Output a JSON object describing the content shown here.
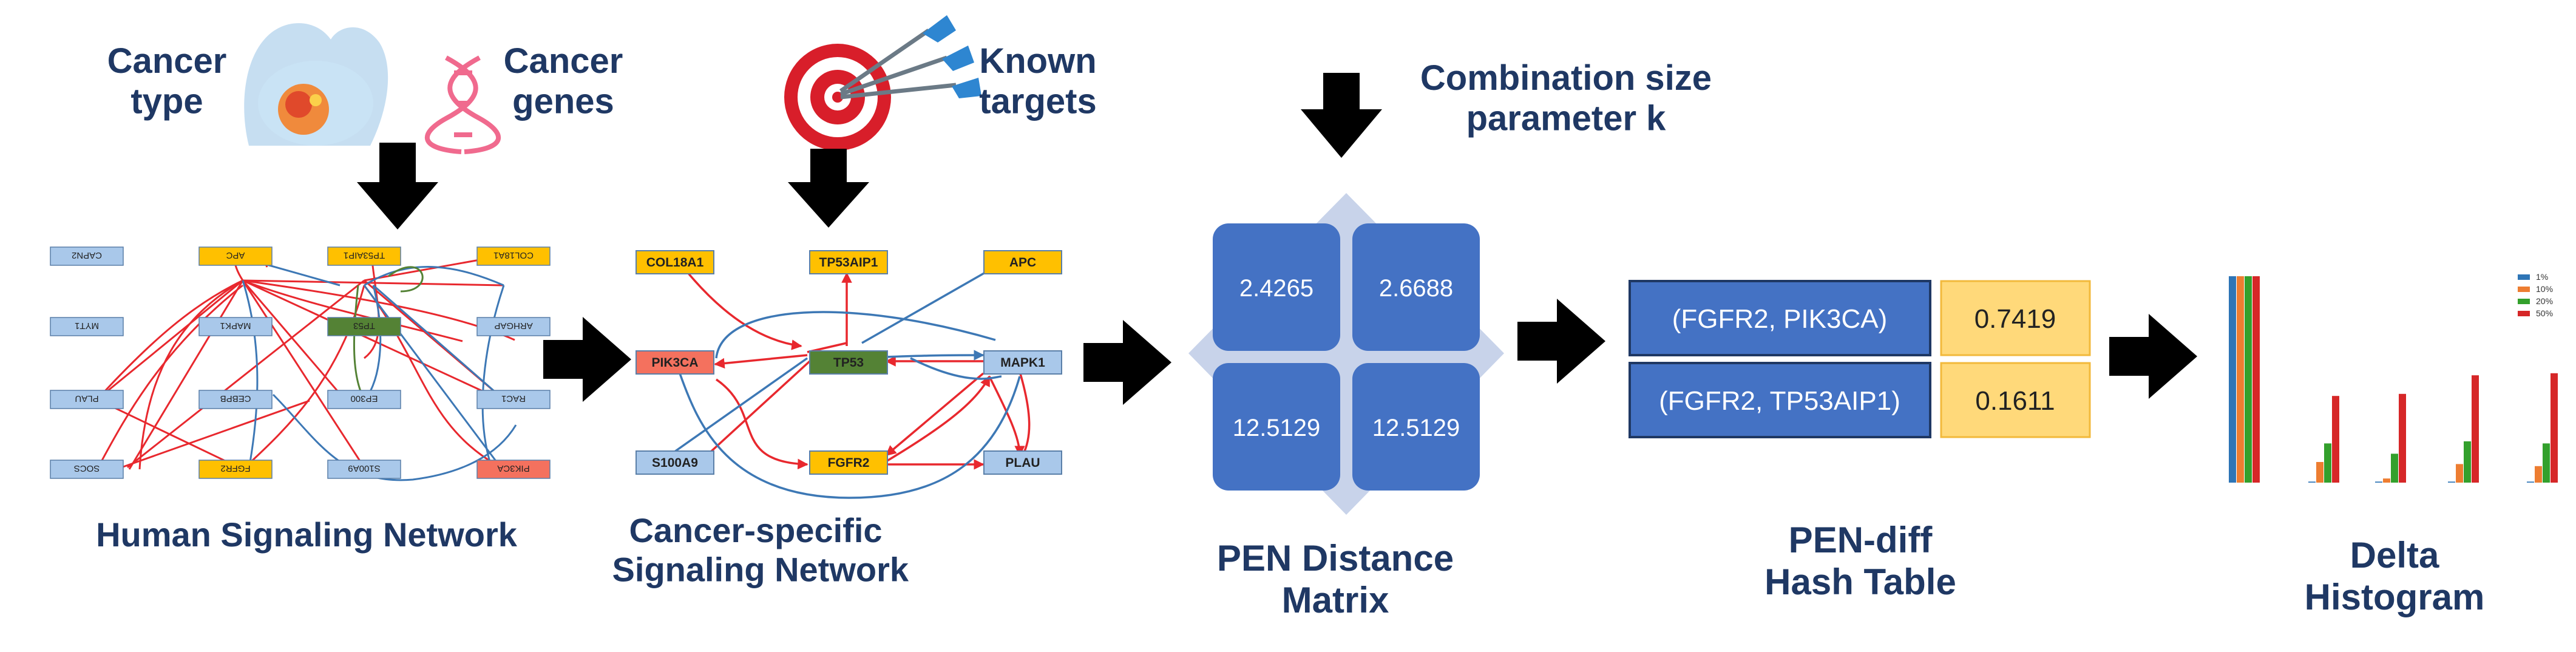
{
  "colors": {
    "label": "#1f3864",
    "node_blue": "#a9c8ea",
    "node_yellow": "#ffc000",
    "node_green": "#548235",
    "node_red": "#f4715e",
    "edge_red": "#e8282e",
    "edge_blue": "#3d78b5",
    "matrix_cell": "#4472c4",
    "matrix_diamond": "#c8d3ea",
    "hash_key": "#4472c4",
    "hash_value": "#ffd97a"
  },
  "inputs": {
    "cancer_type": "Cancer\ntype",
    "cancer_genes": "Cancer\ngenes",
    "known_targets": "Known\ntargets",
    "combination_size": "Combination size\nparameter k"
  },
  "stages": {
    "human_network": "Human Signaling Network",
    "cancer_network": "Cancer-specific\n Signaling Network",
    "pen_matrix": "PEN Distance\nMatrix",
    "hash_table": "PEN-diff\nHash Table",
    "histogram": "Delta\nHistogram"
  },
  "human_network": {
    "nodes": [
      {
        "label": "CAPN2",
        "color": "blue"
      },
      {
        "label": "APC",
        "color": "yellow"
      },
      {
        "label": "TP53AIP1",
        "color": "yellow"
      },
      {
        "label": "COL18A1",
        "color": "yellow"
      },
      {
        "label": "MYT1",
        "color": "blue"
      },
      {
        "label": "MAPK1",
        "color": "blue"
      },
      {
        "label": "TP53",
        "color": "green"
      },
      {
        "label": "ARHGAP",
        "color": "blue"
      },
      {
        "label": "PLAU",
        "color": "blue"
      },
      {
        "label": "CEBPB",
        "color": "blue"
      },
      {
        "label": "EP300",
        "color": "blue"
      },
      {
        "label": "RAC1",
        "color": "blue"
      },
      {
        "label": "SOCS",
        "color": "blue"
      },
      {
        "label": "FGFR2",
        "color": "yellow"
      },
      {
        "label": "S100A9",
        "color": "blue"
      },
      {
        "label": "PIK3CA",
        "color": "red"
      }
    ]
  },
  "cancer_network": {
    "nodes": [
      {
        "label": "COL18A1",
        "color": "yellow"
      },
      {
        "label": "TP53AIP1",
        "color": "yellow"
      },
      {
        "label": "APC",
        "color": "yellow"
      },
      {
        "label": "PIK3CA",
        "color": "red"
      },
      {
        "label": "TP53",
        "color": "green"
      },
      {
        "label": "MAPK1",
        "color": "blue"
      },
      {
        "label": "S100A9",
        "color": "blue"
      },
      {
        "label": "FGFR2",
        "color": "yellow"
      },
      {
        "label": "PLAU",
        "color": "blue"
      }
    ]
  },
  "matrix": {
    "cells": [
      "2.4265",
      "2.6688",
      "12.5129",
      "12.5129"
    ]
  },
  "hash_table": {
    "rows": [
      {
        "key": "(FGFR2, PIK3CA)",
        "value": "0.7419"
      },
      {
        "key": "(FGFR2, TP53AIP1)",
        "value": "0.1611"
      }
    ]
  },
  "chart_data": {
    "type": "bar",
    "title": "",
    "xlabel": "",
    "ylabel": "",
    "categories": [
      "",
      "",
      "",
      "",
      ""
    ],
    "ylim": [
      0,
      1
    ],
    "grid": false,
    "legend": "top-right",
    "series": [
      {
        "name": "1%",
        "color": "#2e75b6",
        "values": [
          1.0,
          0.005,
          0.005,
          0.005,
          0.005
        ]
      },
      {
        "name": "10%",
        "color": "#ed7d31",
        "values": [
          1.0,
          0.1,
          0.02,
          0.09,
          0.08
        ]
      },
      {
        "name": "20%",
        "color": "#33a02c",
        "values": [
          1.0,
          0.19,
          0.14,
          0.2,
          0.19
        ]
      },
      {
        "name": "50%",
        "color": "#d62728",
        "values": [
          1.0,
          0.42,
          0.43,
          0.52,
          0.53
        ]
      }
    ]
  }
}
